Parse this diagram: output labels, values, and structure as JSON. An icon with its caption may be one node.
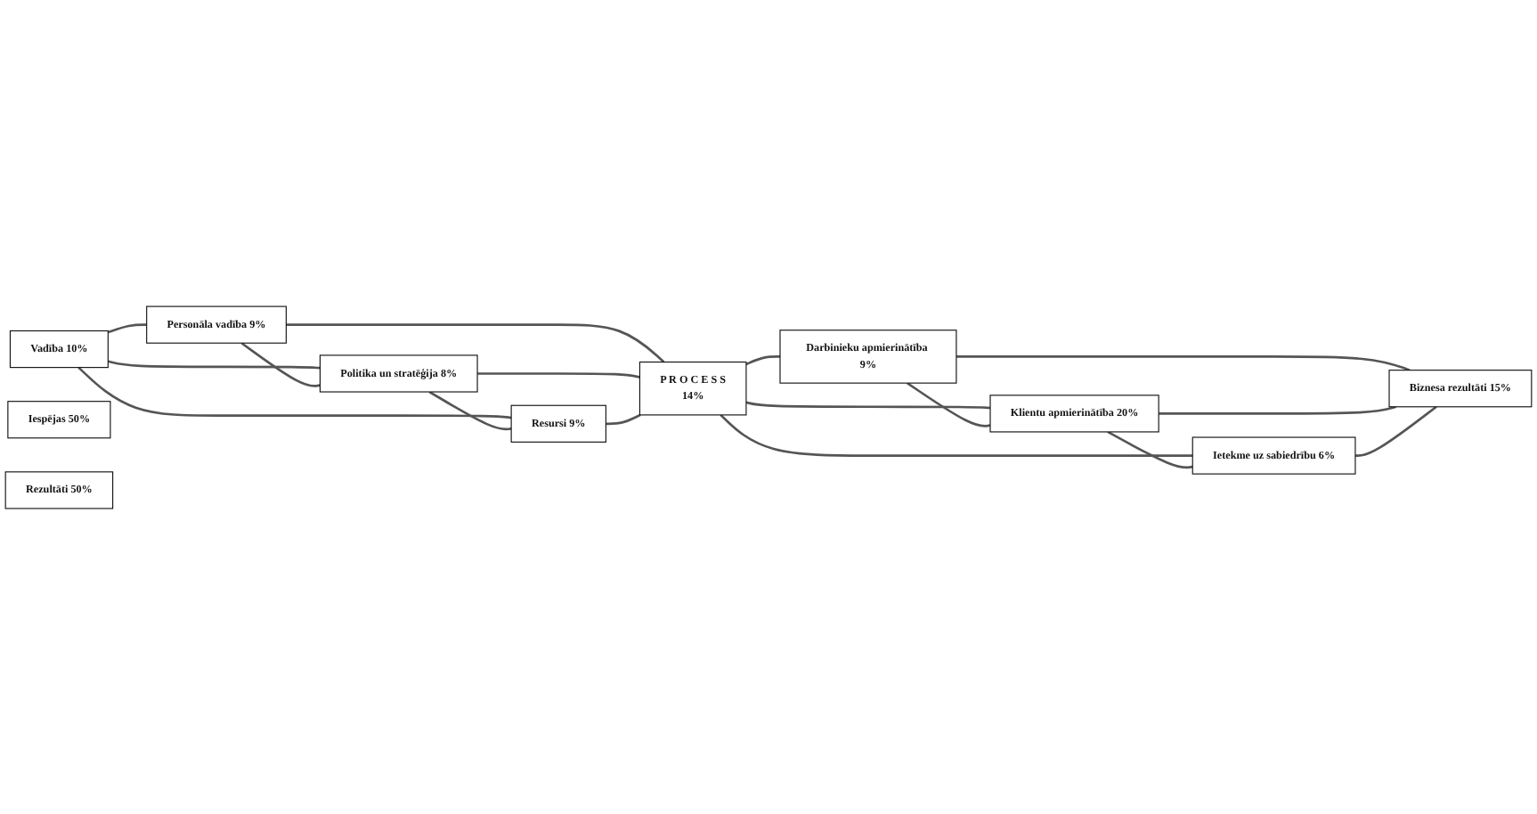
{
  "diagram": {
    "nodes": [
      {
        "text": [
          "Vadība 10%"
        ]
      },
      {
        "text": [
          "Personāla vadība 9%"
        ]
      },
      {
        "text": [
          "Politika un stratēģija 8%"
        ]
      },
      {
        "text": [
          "Resursi 9%"
        ]
      },
      {
        "text": [
          "P R O C E S S",
          "14%"
        ]
      },
      {
        "text": [
          "Darbinieku apmierinātība 9%"
        ]
      },
      {
        "text": [
          "Klientu apmierinātība 20%"
        ]
      },
      {
        "text": [
          "Ietekme uz sabiedrību 6%"
        ]
      },
      {
        "text": [
          "Biznesa rezultāti 15%"
        ]
      },
      {
        "text": [
          "Iespējas 50%"
        ]
      },
      {
        "text": [
          "Rezultāti 50%"
        ]
      }
    ],
    "edges": [
      {
        "from": 0,
        "to": 1,
        "arrow": "none"
      },
      {
        "from": 0,
        "to": 2,
        "arrow": "none"
      },
      {
        "from": 0,
        "to": 3,
        "arrow": "none"
      },
      {
        "from": 1,
        "to": 2,
        "arrow": "none"
      },
      {
        "from": 2,
        "to": 3,
        "arrow": "none"
      },
      {
        "from": 1,
        "to": 4,
        "arrow": "none"
      },
      {
        "from": 2,
        "to": 4,
        "arrow": "none"
      },
      {
        "from": 3,
        "to": 4,
        "arrow": "none"
      },
      {
        "from": 4,
        "to": 5,
        "arrow": "none"
      },
      {
        "from": 4,
        "to": 6,
        "arrow": "none"
      },
      {
        "from": 4,
        "to": 7,
        "arrow": "none"
      },
      {
        "from": 5,
        "to": 6,
        "arrow": "none"
      },
      {
        "from": 6,
        "to": 7,
        "arrow": "none"
      },
      {
        "from": 5,
        "to": 8,
        "arrow": "none"
      },
      {
        "from": 6,
        "to": 8,
        "arrow": "none"
      },
      {
        "from": 7,
        "to": 8,
        "arrow": "none"
      }
    ]
  }
}
